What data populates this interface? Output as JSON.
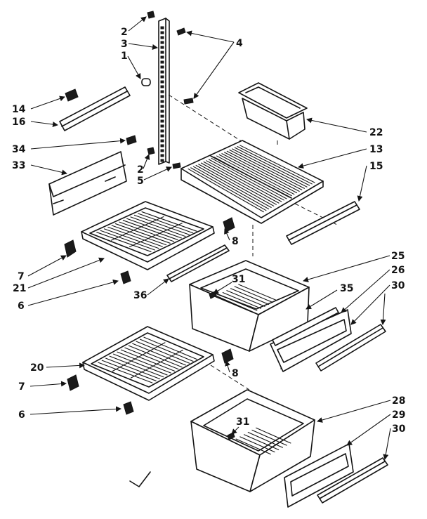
{
  "diagram": {
    "callouts": {
      "c1": "1",
      "c2a": "2",
      "c2b": "2",
      "c3": "3",
      "c4": "4",
      "c5": "5",
      "c6a": "6",
      "c6b": "6",
      "c7a": "7",
      "c7b": "7",
      "c8a": "8",
      "c8b": "8",
      "c13": "13",
      "c14": "14",
      "c15": "15",
      "c16": "16",
      "c20": "20",
      "c21": "21",
      "c22": "22",
      "c25": "25",
      "c26": "26",
      "c28": "28",
      "c29": "29",
      "c30a": "30",
      "c30b": "30",
      "c31a": "31",
      "c31b": "31",
      "c33": "33",
      "c34": "34",
      "c35": "35",
      "c36": "36"
    },
    "colors": {
      "ink": "#141414",
      "paper": "#ffffff"
    }
  }
}
